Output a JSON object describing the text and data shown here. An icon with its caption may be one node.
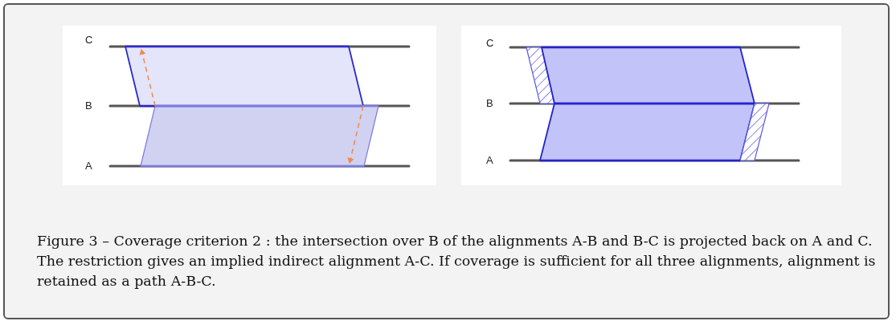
{
  "diagram": {
    "caption": "Figure 3 – Coverage criterion 2 : the intersection over B of the alignments A-B and B-C is projected back on A and C. The restriction gives an implied indirect alignment A-C. If coverage is sufficient for all three alignments, alignment is retained as a path A-B-C.",
    "labels": [
      "C",
      "B",
      "A",
      "C",
      "B",
      "A"
    ]
  }
}
